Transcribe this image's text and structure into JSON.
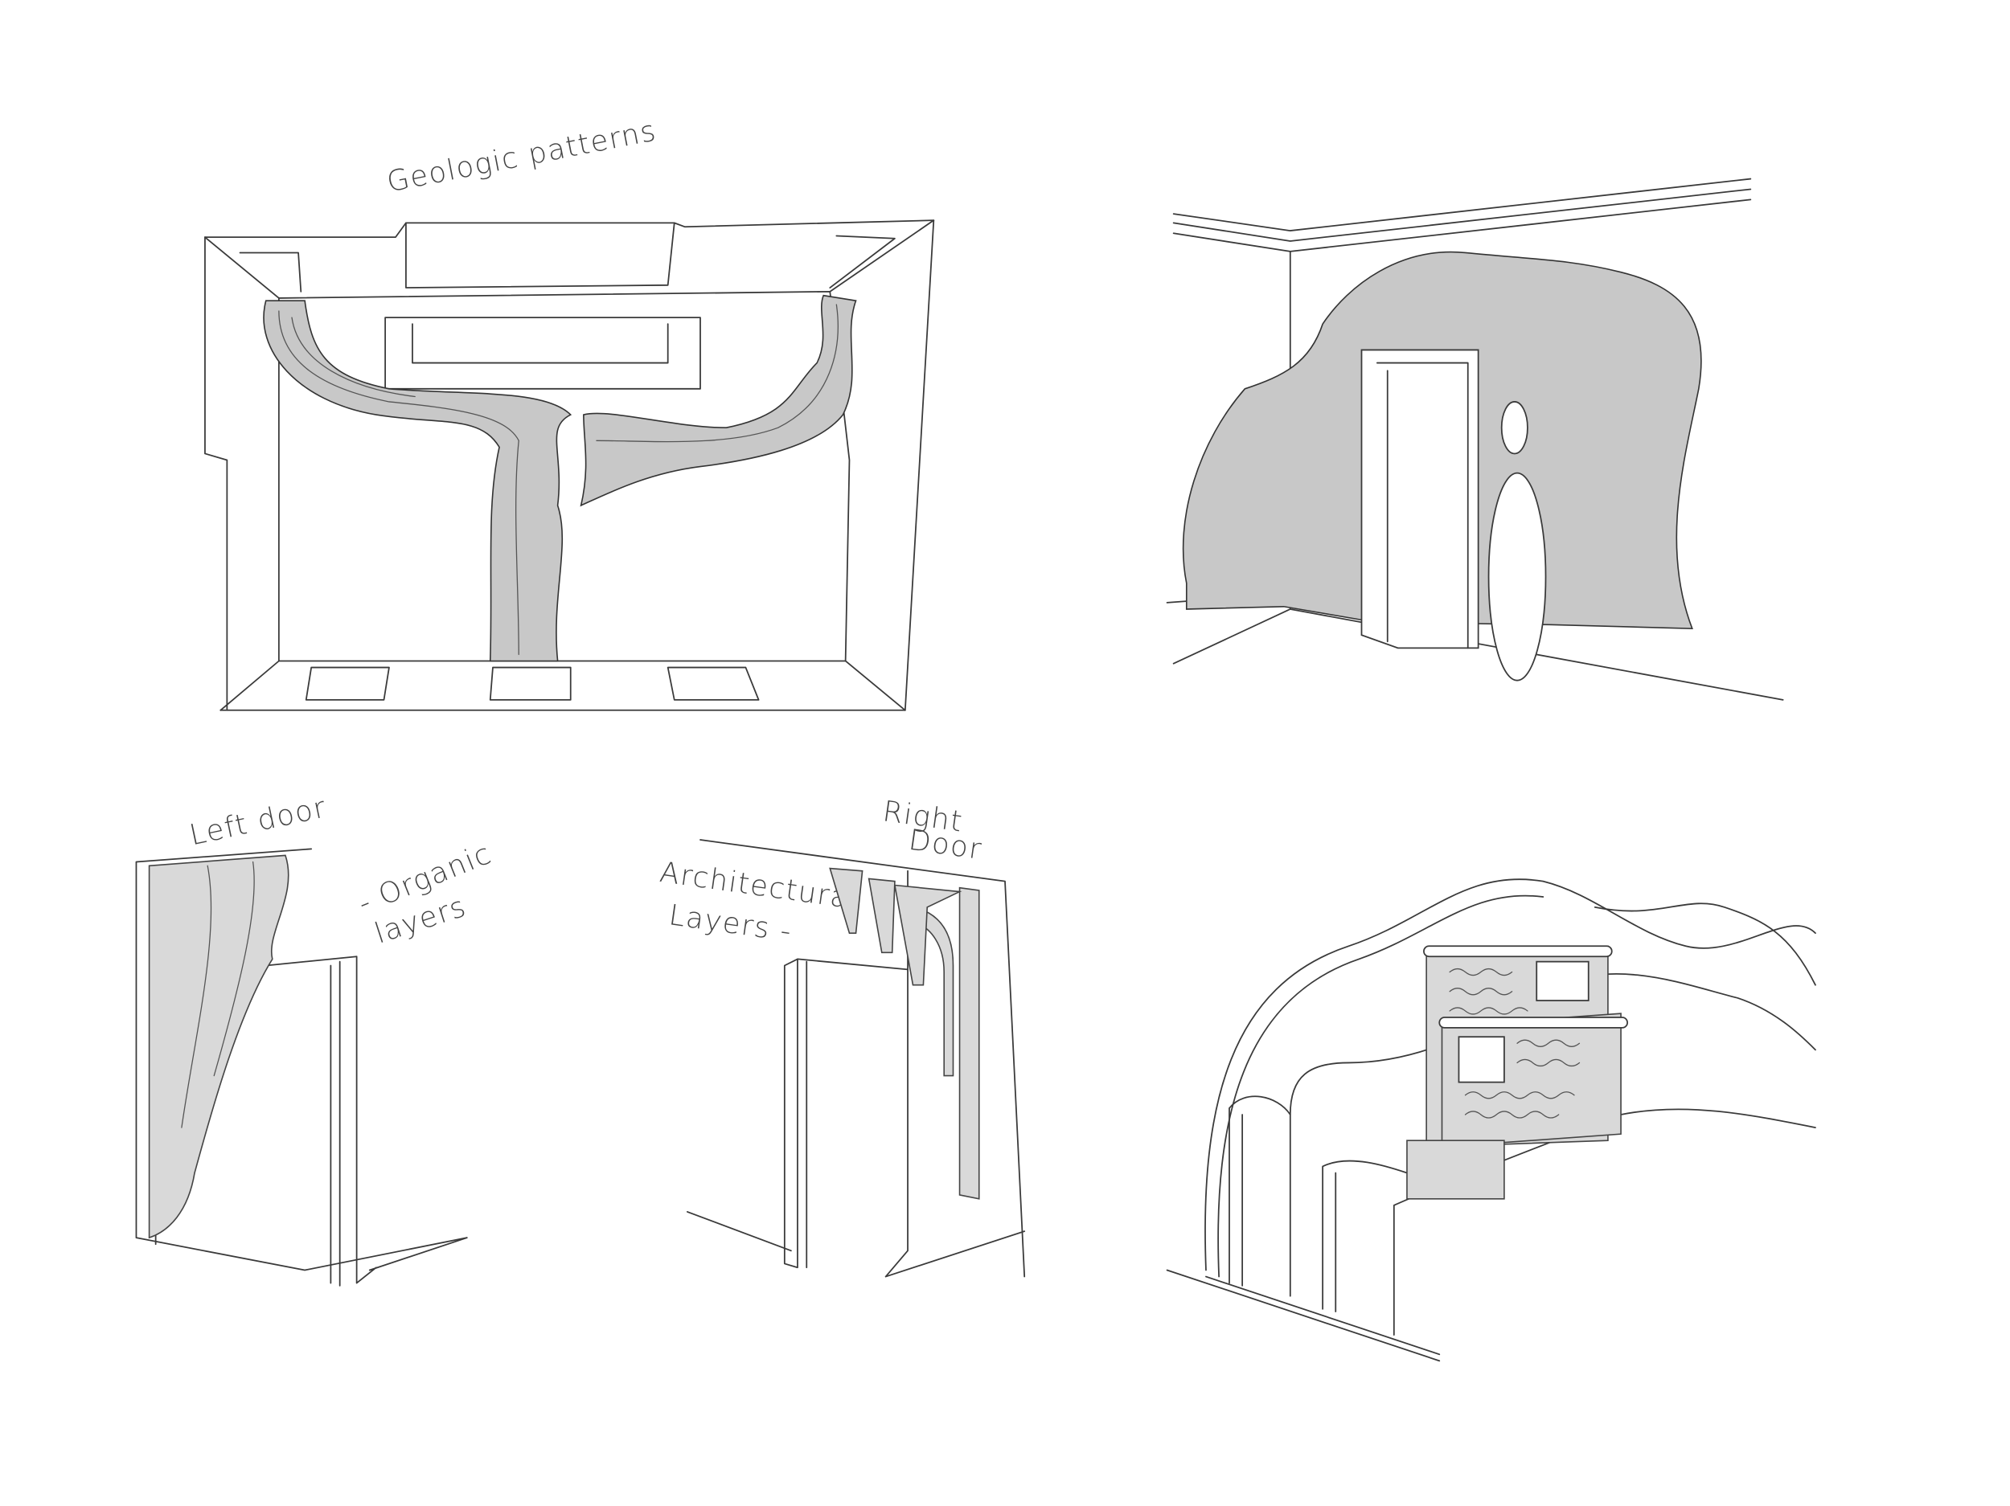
{
  "sketches": {
    "ceiling": {
      "label": "Geologic patterns"
    },
    "left_door": {
      "label": "Left door",
      "note_line1": "- Organic",
      "note_line2": "layers"
    },
    "right_door": {
      "label_line1": "Right",
      "label_line2": "Door",
      "note_line1": "Architectural",
      "note_line2": "Layers -"
    }
  },
  "colors": {
    "line": "#3a3a3a",
    "fill": "#d9d9d9",
    "background": "#ffffff"
  }
}
